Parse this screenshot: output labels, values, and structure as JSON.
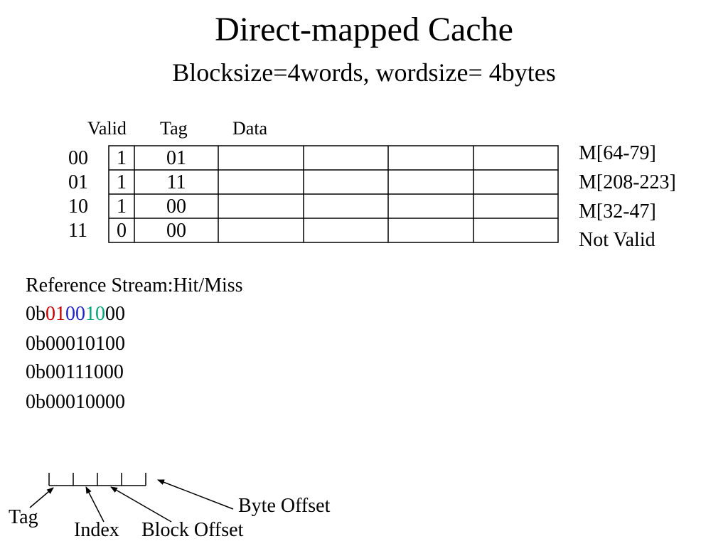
{
  "title": "Direct-mapped Cache",
  "subtitle": "Blocksize=4words, wordsize= 4bytes",
  "cache": {
    "headers": {
      "valid": "Valid",
      "tag": "Tag",
      "data": "Data"
    },
    "rows": [
      {
        "index": "00",
        "valid": "1",
        "tag": "01",
        "mem": "M[64-79]"
      },
      {
        "index": "01",
        "valid": "1",
        "tag": "11",
        "mem": "M[208-223]"
      },
      {
        "index": "10",
        "valid": "1",
        "tag": "00",
        "mem": "M[32-47]"
      },
      {
        "index": "11",
        "valid": "0",
        "tag": "00",
        "mem": "Not Valid"
      }
    ]
  },
  "reference": {
    "title": "Reference Stream:Hit/Miss",
    "first": {
      "prefix": "0b",
      "tag_bits": "01",
      "index_bits": "00",
      "block_offset_bits": "10",
      "byte_offset_bits": "00"
    },
    "others": [
      "0b00010100",
      "0b00111000",
      "0b00010000"
    ]
  },
  "address_diagram": {
    "tag_label": "Tag",
    "index_label": "Index",
    "block_offset_label": "Block Offset",
    "byte_offset_label": "Byte Offset"
  },
  "colors": {
    "tag": "#cc0000",
    "index": "#2222cc",
    "block_offset": "#00a878"
  }
}
